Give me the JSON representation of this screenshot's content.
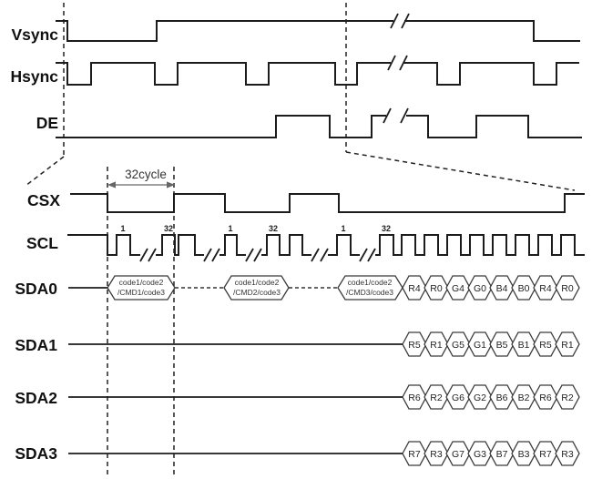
{
  "diagram": {
    "type": "timing-diagram",
    "line_color": "#1c1c1c",
    "background": "#ffffff"
  },
  "signals": {
    "vsync": {
      "label": "Vsync"
    },
    "hsync": {
      "label": "Hsync"
    },
    "de": {
      "label": "DE"
    },
    "csx": {
      "label": "CSX"
    },
    "scl": {
      "label": "SCL"
    },
    "sda0": {
      "label": "SDA0"
    },
    "sda1": {
      "label": "SDA1"
    },
    "sda2": {
      "label": "SDA2"
    },
    "sda3": {
      "label": "SDA3"
    }
  },
  "annotations": {
    "cycle_label": "32cycle",
    "scl_ticks": [
      "1",
      "32",
      "1",
      "32",
      "1",
      "32"
    ]
  },
  "sda0": {
    "cmd1_line1": "code1/code2",
    "cmd1_line2": "/CMD1/code3",
    "cmd2_line1": "code1/code2",
    "cmd2_line2": "/CMD2/code3",
    "cmd3_line1": "code1/code2",
    "cmd3_line2": "/CMD3/code3",
    "data": [
      "R4",
      "R0",
      "G4",
      "G0",
      "B4",
      "B0",
      "R4",
      "R0"
    ]
  },
  "sda1": {
    "data": [
      "R5",
      "R1",
      "G5",
      "G1",
      "B5",
      "B1",
      "R5",
      "R1"
    ]
  },
  "sda2": {
    "data": [
      "R6",
      "R2",
      "G6",
      "G2",
      "B6",
      "B2",
      "R6",
      "R2"
    ]
  },
  "sda3": {
    "data": [
      "R7",
      "R3",
      "G7",
      "G3",
      "B7",
      "B3",
      "R7",
      "R3"
    ]
  }
}
